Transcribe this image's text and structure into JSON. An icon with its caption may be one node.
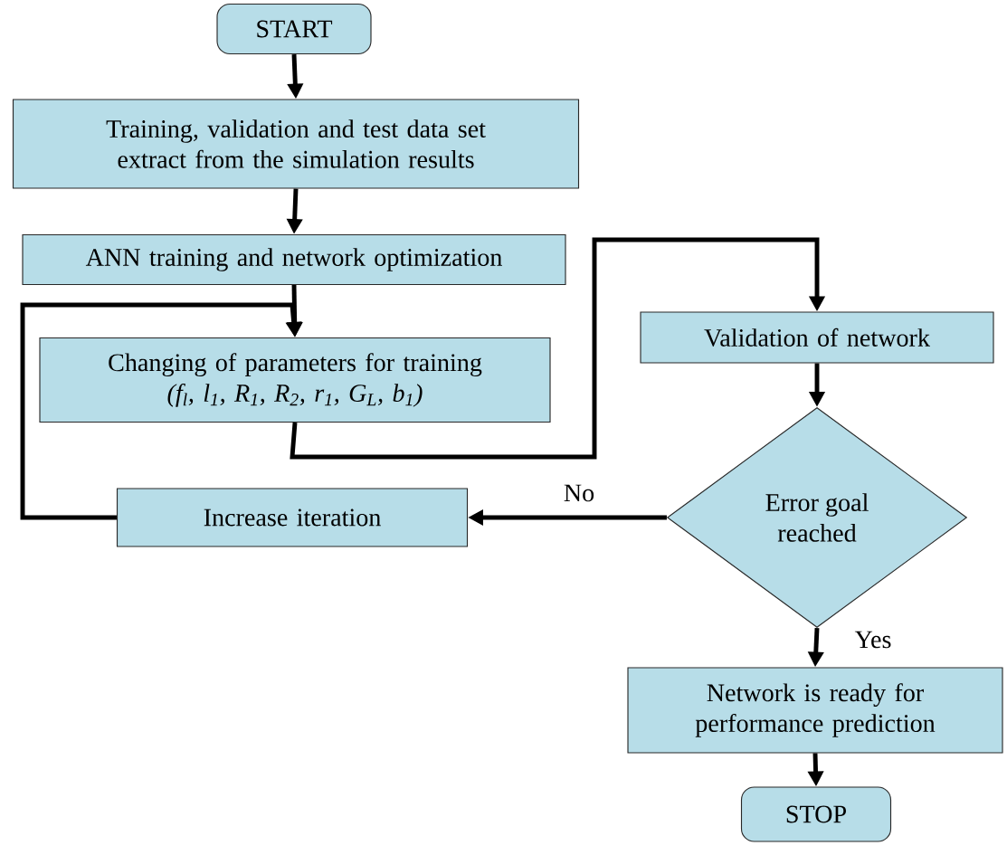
{
  "diagram": {
    "nodes": [
      {
        "text": [
          "START"
        ]
      },
      {
        "text": [
          "Training, validation and test data set extract from the simulation results"
        ]
      },
      {
        "text": [
          "ANN training and network optimization"
        ]
      },
      {
        "text": [
          "Changing of parameters for training",
          "(f$_{l}$, l$_{1}$, R$_{1}$, R$_{2}$, r$_{1}$, G$_{L}$, b$_{1}$)"
        ]
      },
      {
        "text": [
          "Validation of network"
        ]
      },
      {
        "text": [
          "Increase iteration"
        ]
      },
      {
        "text": [
          "Error goal reached"
        ]
      },
      {
        "text": [
          "Network is ready for performance prediction"
        ]
      },
      {
        "text": [
          "STOP"
        ]
      }
    ],
    "edges": [
      {
        "from": 0,
        "to": 1,
        "arrow": "to"
      },
      {
        "from": 1,
        "to": 2,
        "arrow": "to"
      },
      {
        "from": 2,
        "to": 3,
        "arrow": "to"
      },
      {
        "from": 5,
        "to": 3,
        "arrow": "to"
      },
      {
        "from": 3,
        "to": 4,
        "arrow": "to"
      },
      {
        "from": 4,
        "to": 6,
        "arrow": "to"
      },
      {
        "from": 6,
        "to": 5,
        "arrow": "to",
        "label": "No"
      },
      {
        "from": 6,
        "to": 7,
        "arrow": "to",
        "label": "Yes"
      },
      {
        "from": 7,
        "to": 8,
        "arrow": "to"
      }
    ]
  }
}
